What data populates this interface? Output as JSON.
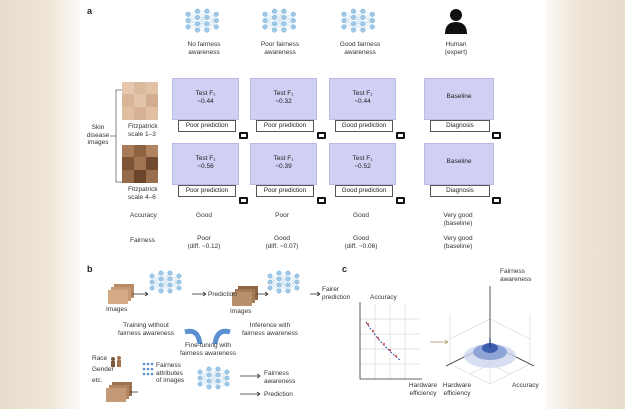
{
  "panels": {
    "a": "a",
    "b": "b",
    "c": "c"
  },
  "panel_a": {
    "columns": [
      {
        "heading": "No fairness awareness",
        "line1": "No fairness",
        "line2": "awareness"
      },
      {
        "heading": "Poor fairness awareness",
        "line1": "Poor fairness",
        "line2": "awareness"
      },
      {
        "heading": "Good fairness awareness",
        "line1": "Good fairness",
        "line2": "awareness"
      },
      {
        "heading": "Human (expert)",
        "line1": "Human",
        "line2": "(expert)"
      }
    ],
    "left_label": {
      "line1": "Skin",
      "line2": "disease",
      "line3": "images"
    },
    "rows": [
      {
        "scale_line1": "Fitzpatrick",
        "scale_line2": "scale 1–3",
        "cells": [
          {
            "metric": "Test F₁",
            "value": "~0.44",
            "caption": "Poor prediction"
          },
          {
            "metric": "Test F₁",
            "value": "~0.32",
            "caption": "Poor prediction"
          },
          {
            "metric": "Test F₁",
            "value": "~0.44",
            "caption": "Good prediction"
          },
          {
            "metric": "Baseline",
            "value": "",
            "caption": "Diagnosis"
          }
        ]
      },
      {
        "scale_line1": "Fitzpatrick",
        "scale_line2": "scale 4–6",
        "cells": [
          {
            "metric": "Test F₁",
            "value": "~0.56",
            "caption": "Poor prediction"
          },
          {
            "metric": "Test F₁",
            "value": "~0.39",
            "caption": "Poor prediction"
          },
          {
            "metric": "Test F₁",
            "value": "~0.52",
            "caption": "Good prediction"
          },
          {
            "metric": "Baseline",
            "value": "",
            "caption": "Diagnosis"
          }
        ]
      }
    ],
    "accuracy": {
      "label": "Accuracy",
      "values": [
        {
          "line1": "Good",
          "line2": ""
        },
        {
          "line1": "Poor",
          "line2": ""
        },
        {
          "line1": "Good",
          "line2": ""
        },
        {
          "line1": "Very good",
          "line2": "(baseline)"
        }
      ]
    },
    "fairness": {
      "label": "Fairness",
      "values": [
        {
          "line1": "Poor",
          "line2": "(diff. ~0.12)"
        },
        {
          "line1": "Good",
          "line2": "(diff. ~0.07)"
        },
        {
          "line1": "Good",
          "line2": "(diff. ~0.06)"
        },
        {
          "line1": "Very good",
          "line2": "(baseline)"
        }
      ]
    }
  },
  "panel_b": {
    "images_left": "Images",
    "prediction": "Prediction",
    "images_right": "Images",
    "fairer_prediction": {
      "line1": "Fairer",
      "line2": "prediction"
    },
    "training": {
      "line1": "Training without",
      "line2": "fairness awareness"
    },
    "inference": {
      "line1": "Inference with",
      "line2": "fairness awareness"
    },
    "finetune": {
      "line1": "Fine-tuning with",
      "line2": "fairness awareness"
    },
    "race": "Race",
    "gender": "Gender",
    "etc": "etc.",
    "attributes": {
      "line1": "Fairness",
      "line2": "attributes",
      "line3": "of images"
    },
    "fairness_awareness": {
      "line1": "Fairness",
      "line2": "awareness"
    },
    "prediction_bottom": "Prediction"
  },
  "panel_c": {
    "plot2d": {
      "ylabel": "Accuracy",
      "xlabel_line1": "Hardware",
      "xlabel_line2": "efficiency"
    },
    "plot3d": {
      "z_line1": "Fairness",
      "z_line2": "awareness",
      "x_line1": "Hardware",
      "x_line2": "efficiency",
      "y_label": "Accuracy"
    }
  },
  "colors": {
    "box_fill": "#cfd0f3",
    "network_blue": "#9ec8e6",
    "surface_blue": "#3d5fb0",
    "skin_light": "#d8b79a",
    "skin_dark": "#9c7150"
  }
}
